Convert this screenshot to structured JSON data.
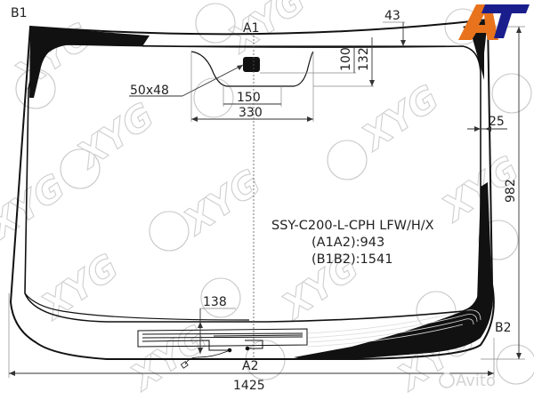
{
  "diagram": {
    "type": "windshield-technical-drawing",
    "part_code": "SSY-C200-L-CPH LFW/H/X",
    "measurements": [
      {
        "label": "(A1A2)",
        "value": "943",
        "text": "(A1A2):943"
      },
      {
        "label": "(B1B2)",
        "value": "1541",
        "text": "(B1B2):1541"
      }
    ],
    "points": {
      "a1": "A1",
      "a2": "A2",
      "b1": "B1",
      "b2": "B2"
    },
    "dimensions": {
      "top_band": "43",
      "bracket_small": "100",
      "bracket_large": "132",
      "sensor_size": "50x48",
      "inner_width": "150",
      "outer_width": "330",
      "side_band": "25",
      "height": "982",
      "heater_offset": "138",
      "width": "1425"
    }
  },
  "branding": {
    "logo_letters": "AT",
    "logo_color_primary": "#e8731c",
    "logo_color_secondary": "#1a1e8c",
    "watermark_text": "XYG",
    "marketplace_watermark": "Avito"
  },
  "colors": {
    "ink": "#111111",
    "dimension": "#333333",
    "watermark": "#cccccc",
    "background": "#ffffff"
  }
}
